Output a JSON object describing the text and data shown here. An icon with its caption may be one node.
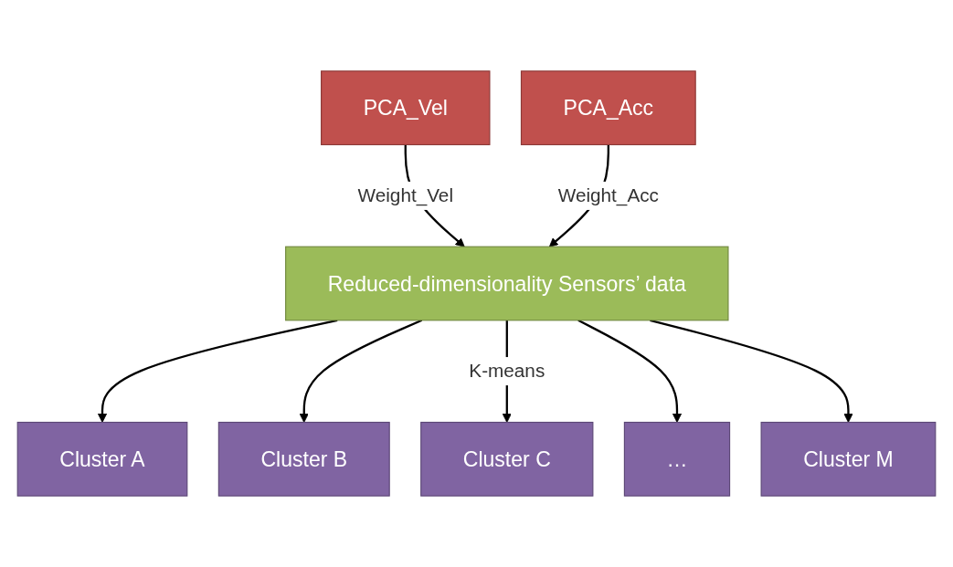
{
  "diagram": {
    "nodes": [
      {
        "text": [
          "PCA_Vel"
        ]
      },
      {
        "text": [
          "PCA_Acc"
        ]
      },
      {
        "text": [
          "Reduced-dimensionality Sensors’ data"
        ]
      },
      {
        "text": [
          "Cluster A"
        ]
      },
      {
        "text": [
          "Cluster B"
        ]
      },
      {
        "text": [
          "Cluster C"
        ]
      },
      {
        "text": [
          "…"
        ]
      },
      {
        "text": [
          "Cluster M"
        ]
      }
    ],
    "edges": [
      {
        "from": 0,
        "to": 2,
        "arrow": "to",
        "label": "Weight_Vel"
      },
      {
        "from": 1,
        "to": 2,
        "arrow": "to",
        "label": "Weight_Acc"
      },
      {
        "from": 2,
        "to": 3,
        "arrow": "to"
      },
      {
        "from": 2,
        "to": 4,
        "arrow": "to"
      },
      {
        "from": 2,
        "to": 5,
        "arrow": "to",
        "label": "K-means"
      },
      {
        "from": 2,
        "to": 6,
        "arrow": "to"
      },
      {
        "from": 2,
        "to": 7,
        "arrow": "to"
      }
    ]
  }
}
